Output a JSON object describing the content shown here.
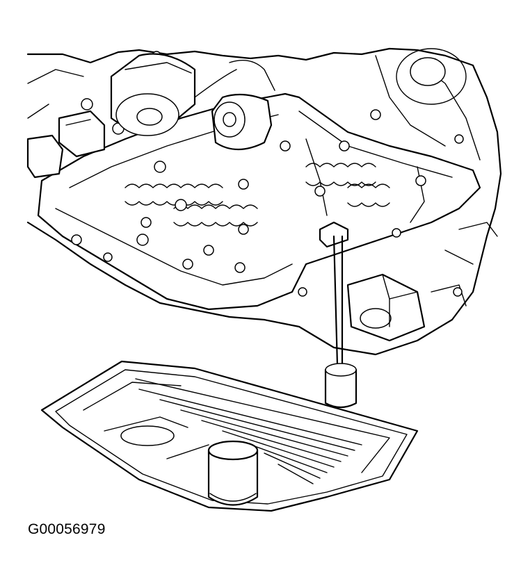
{
  "figure": {
    "id_label": "G00056979",
    "colors": {
      "line": "#000000",
      "background": "#ffffff"
    },
    "components": [
      {
        "name": "transmission-case",
        "icon": "transmission-case-icon"
      },
      {
        "name": "valve-body",
        "icon": "valve-body-icon"
      },
      {
        "name": "solenoids",
        "icon": "solenoid-icon"
      },
      {
        "name": "oil-filter",
        "icon": "filter-icon"
      },
      {
        "name": "oil-pan",
        "icon": "oil-pan-icon"
      }
    ]
  }
}
